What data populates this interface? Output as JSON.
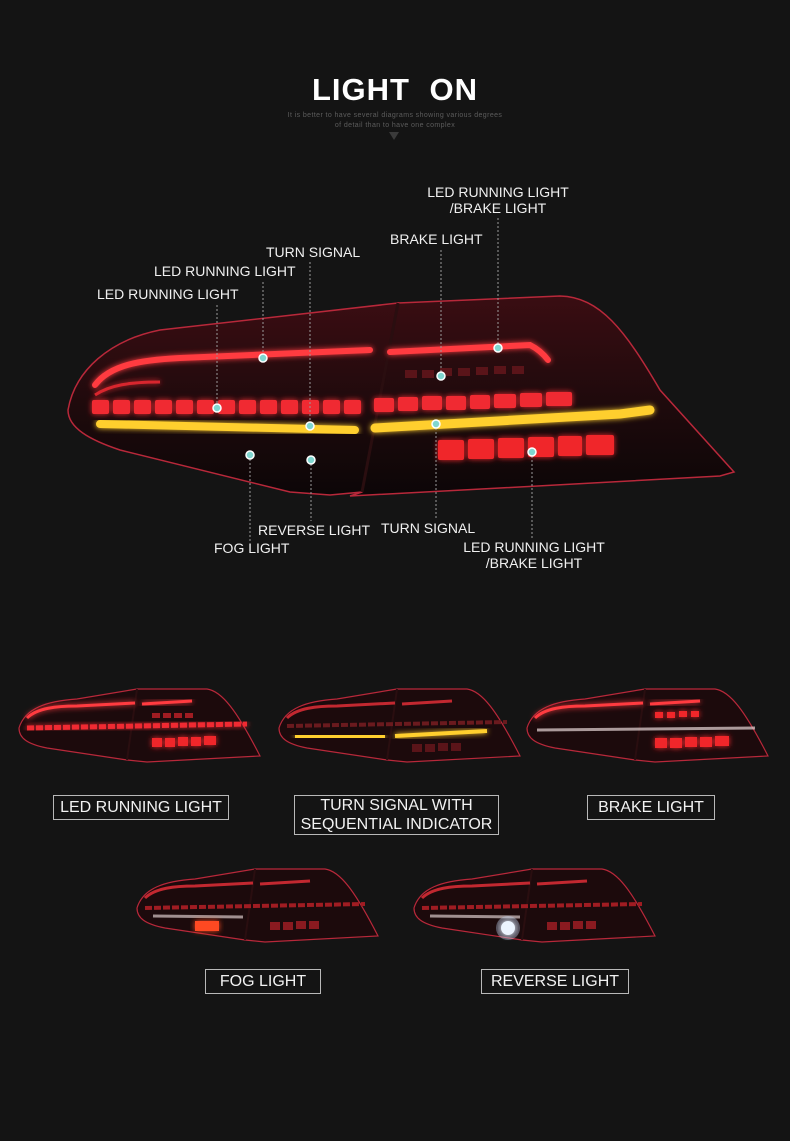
{
  "header": {
    "title": "LIGHT  ON",
    "subtitle_line1": "It is better to have several diagrams showing various degrees",
    "subtitle_line2": "of detail than to have one complex"
  },
  "callouts": {
    "led_running_brake_top_1": "LED RUNNING LIGHT",
    "led_running_brake_top_2": "/BRAKE LIGHT",
    "brake_light": "BRAKE LIGHT",
    "turn_signal_top": "TURN SIGNAL",
    "led_running_2": "LED RUNNING LIGHT",
    "led_running_1": "LED RUNNING LIGHT",
    "reverse_light": "REVERSE  LIGHT",
    "fog_light": "FOG LIGHT",
    "turn_signal_bottom": "TURN SIGNAL",
    "led_running_brake_bottom_1": "LED RUNNING LIGHT",
    "led_running_brake_bottom_2": "/BRAKE LIGHT"
  },
  "modes": {
    "led_running": "LED RUNNING LIGHT",
    "turn_line1": "TURN SIGNAL WITH",
    "turn_line2": "SEQUENTIAL INDICATOR",
    "brake": "BRAKE LIGHT",
    "fog": "FOG LIGHT",
    "reverse": "REVERSE  LIGHT"
  },
  "colors": {
    "background": "#141414",
    "lamp_red": "#e8242c",
    "signal_amber": "#ffcc2a",
    "callout_dot": "#7fd6d0"
  },
  "icons": [
    "down-arrow-icon"
  ]
}
